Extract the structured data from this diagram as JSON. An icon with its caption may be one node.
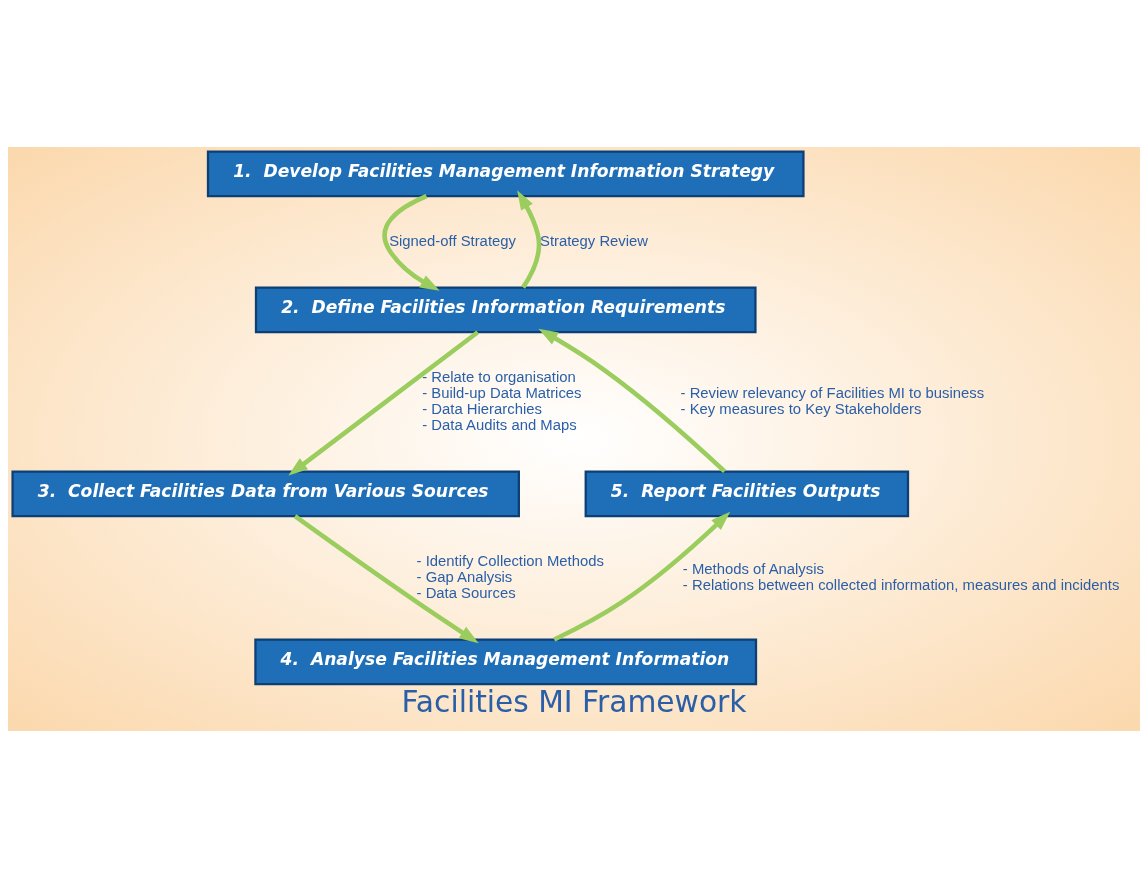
{
  "diagram": {
    "title": "Facilities MI Framework",
    "nodes": [
      {
        "text": [
          "1.  Develop Facilities Management Information Strategy"
        ]
      },
      {
        "text": [
          "2.  Define Facilities Information Requirements"
        ]
      },
      {
        "text": [
          "3.  Collect Facilities Data from Various Sources"
        ]
      },
      {
        "text": [
          "4.  Analyse Facilities Management Information"
        ]
      },
      {
        "text": [
          "5.  Report Facilities Outputs"
        ]
      }
    ],
    "edges": [
      {
        "from": 1,
        "to": 0,
        "arrow": "to",
        "label": [
          "Strategy Review"
        ]
      },
      {
        "from": 0,
        "to": 1,
        "arrow": "to",
        "label": [
          "Signed-off Strategy"
        ]
      },
      {
        "from": 1,
        "to": 2,
        "arrow": "to",
        "label": [
          "- Relate to organisation",
          "- Build-up Data Matrices",
          "- Data Hierarchies",
          "- Data Audits and Maps"
        ]
      },
      {
        "from": 2,
        "to": 3,
        "arrow": "to",
        "label": [
          "- Identify Collection Methods",
          "- Gap Analysis",
          "- Data Sources"
        ]
      },
      {
        "from": 3,
        "to": 4,
        "arrow": "to",
        "label": [
          "- Methods of Analysis",
          "- Relations between collected information, measures and incidents"
        ]
      },
      {
        "from": 4,
        "to": 1,
        "arrow": "to",
        "label": [
          "- Review relevancy of Facilities MI to business",
          "- Key measures to Key Stakeholders"
        ]
      }
    ]
  }
}
